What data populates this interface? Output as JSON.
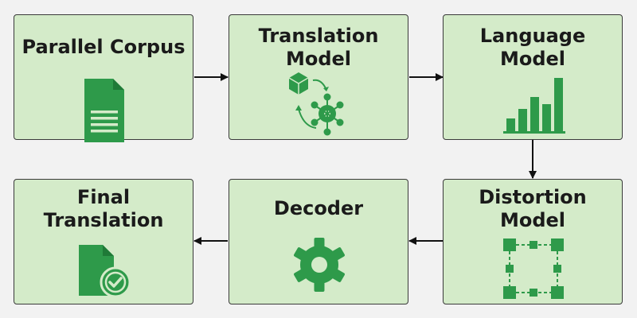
{
  "colors": {
    "background": "#f2f2f2",
    "box_fill": "#d4ebc9",
    "box_border": "#3a3a3a",
    "icon_green": "#2e9a4a",
    "arrow": "#111111"
  },
  "nodes": [
    {
      "id": "parallel-corpus",
      "label": "Parallel Corpus",
      "icon": "document-icon"
    },
    {
      "id": "translation-model",
      "label": "Translation\nModel",
      "icon": "model-cycle-icon"
    },
    {
      "id": "language-model",
      "label": "Language\nModel",
      "icon": "bar-chart-icon"
    },
    {
      "id": "final-translation",
      "label": "Final\nTranslation",
      "icon": "document-check-icon"
    },
    {
      "id": "decoder",
      "label": "Decoder",
      "icon": "gear-icon"
    },
    {
      "id": "distortion-model",
      "label": "Distortion\nModel",
      "icon": "node-grid-icon"
    }
  ],
  "edges": [
    {
      "from": "parallel-corpus",
      "to": "translation-model"
    },
    {
      "from": "translation-model",
      "to": "language-model"
    },
    {
      "from": "language-model",
      "to": "distortion-model"
    },
    {
      "from": "distortion-model",
      "to": "decoder"
    },
    {
      "from": "decoder",
      "to": "final-translation"
    }
  ]
}
